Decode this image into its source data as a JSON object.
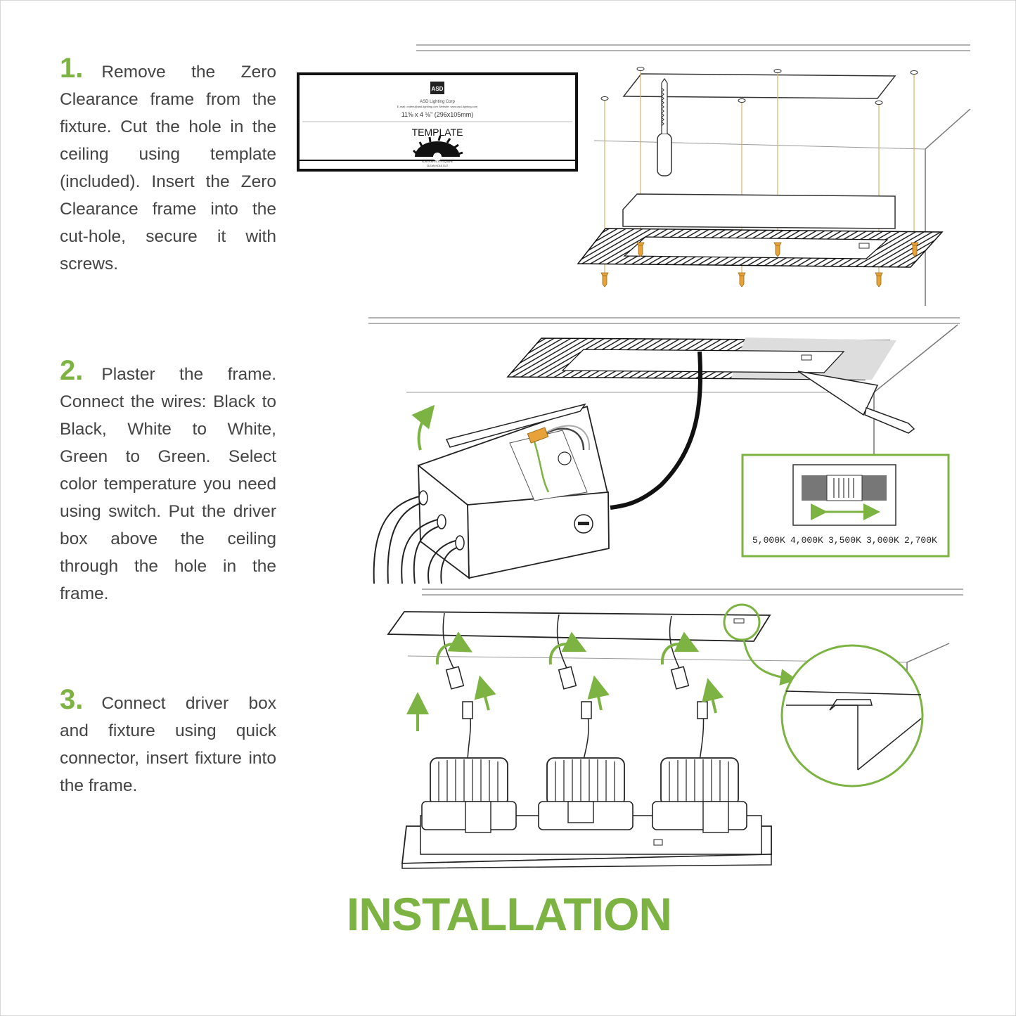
{
  "colors": {
    "accent": "#7cb342",
    "text": "#444444",
    "line": "#333333",
    "screw": "#e8a23a"
  },
  "steps": [
    {
      "number": "1.",
      "text": "Remove the Zero Clearance frame from the fixture. Cut the hole in the ceiling using template (included). Insert the Zero Clearance frame into the cut-hole, secure it with screws."
    },
    {
      "number": "2.",
      "text": "Plaster the frame. Connect the wires: Black to Black, White to White, Green to Green. Select color temperature you need using switch. Put the driver box above the ceiling through the hole in the frame."
    },
    {
      "number": "3.",
      "text": "Connect driver box and fixture using quick connector, insert fixture into the frame."
    }
  ],
  "template_card": {
    "logo": "ASD",
    "company": "ASD Lighting Corp",
    "contact": "E-mail: orders@asd-lighting.com   Website: www.asd-lighting.com",
    "dimensions": "11⅝ x 4 ⅛\" (296x105mm)",
    "label": "TEMPLATE",
    "footer_line1": "FOR PERFECTLY SQUARE",
    "footer_line2": "CLEAN HOLE CUT"
  },
  "switch_panel": {
    "options": [
      "5,000K",
      "4,000K",
      "3,500K",
      "3,000K",
      "2,700K"
    ]
  },
  "title": "INSTALLATION"
}
